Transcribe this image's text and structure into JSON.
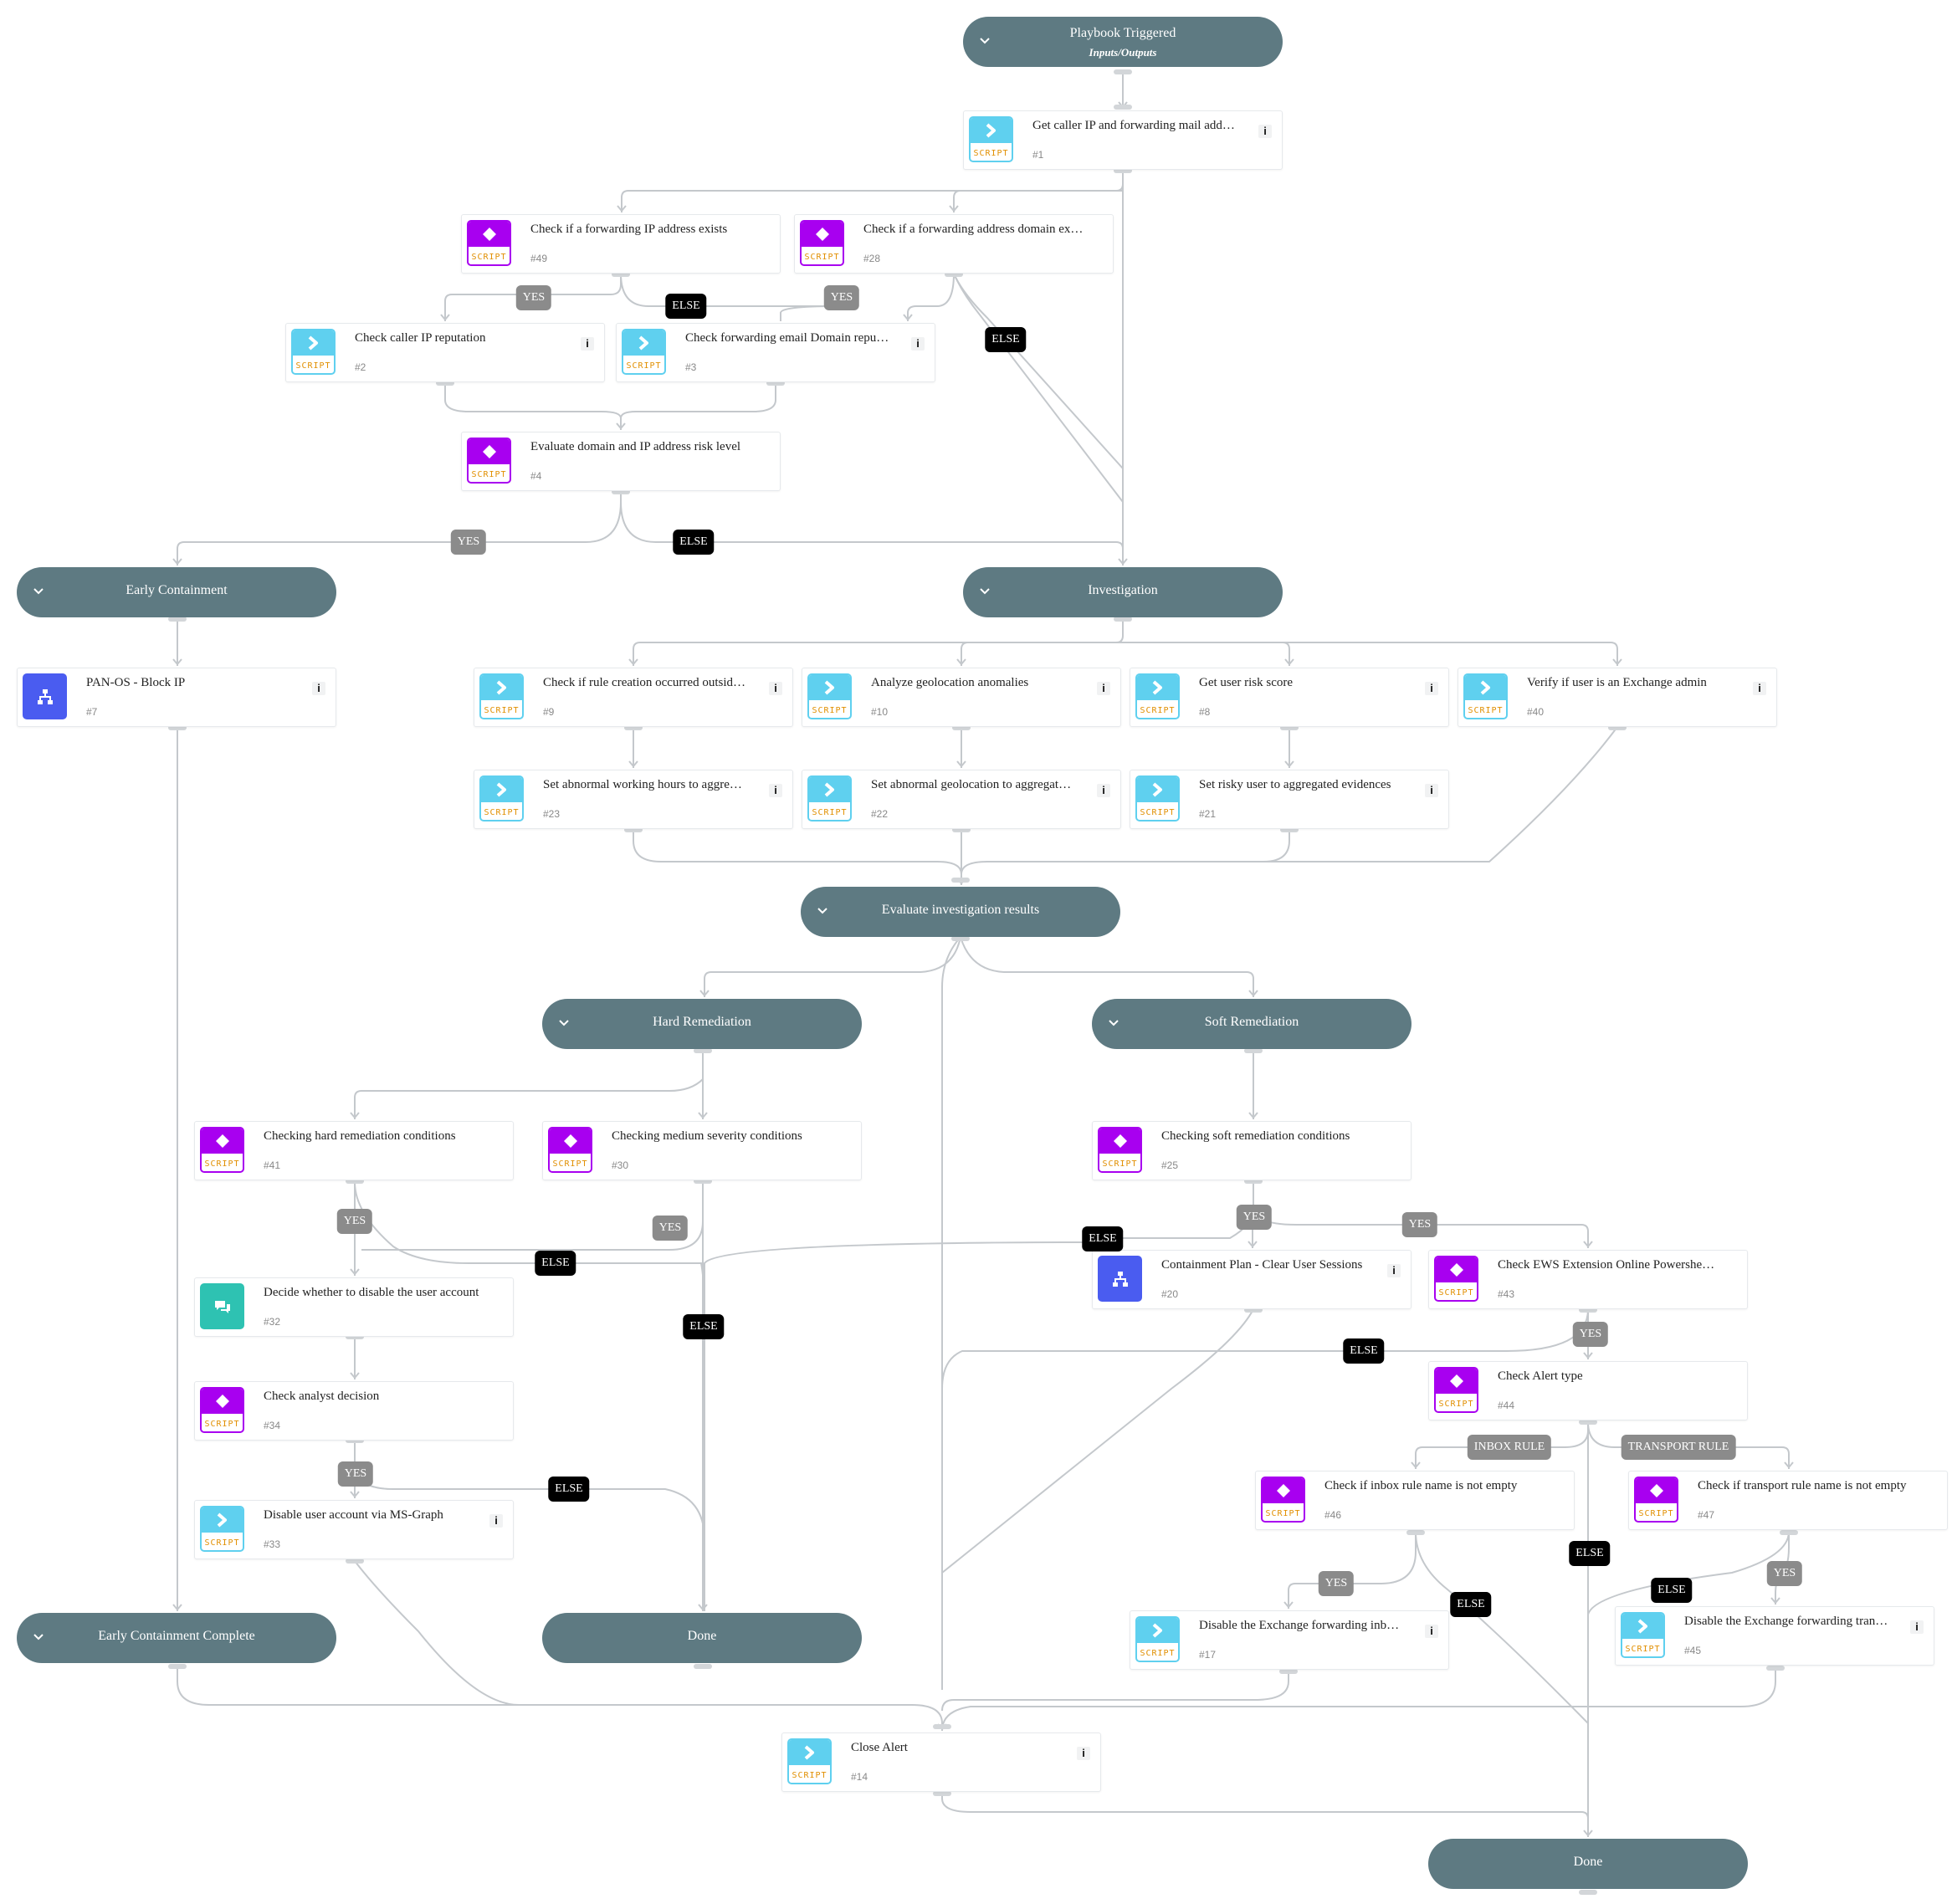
{
  "colors": {
    "section_pill": "#5e7a82",
    "script_icon": "#5fd0ef",
    "condition_icon": "#a800f0",
    "subplaybook_icon": "#4a5cf0",
    "communication_icon": "#2ec2b2",
    "script_label": "#e18f00",
    "edge": "#c4c8cc",
    "yes_badge": "#8b8b8b",
    "else_badge": "#000000"
  },
  "icon_label": "SCRIPT",
  "sections": [
    {
      "id": "trigger",
      "title": "Playbook Triggered",
      "subtitle": "Inputs/Outputs",
      "chevron": true
    },
    {
      "id": "early_containment",
      "title": "Early Containment",
      "chevron": true
    },
    {
      "id": "investigation",
      "title": "Investigation",
      "chevron": true
    },
    {
      "id": "eval_results",
      "title": "Evaluate investigation results",
      "chevron": true
    },
    {
      "id": "hard_remediation",
      "title": "Hard Remediation",
      "chevron": true
    },
    {
      "id": "soft_remediation",
      "title": "Soft Remediation",
      "chevron": true
    },
    {
      "id": "early_containment_complete",
      "title": "Early Containment Complete",
      "chevron": true
    },
    {
      "id": "done_mid",
      "title": "Done",
      "chevron": false
    },
    {
      "id": "done_final",
      "title": "Done",
      "chevron": false
    }
  ],
  "tasks": [
    {
      "id": "t1",
      "name": "Get caller IP and forwarding mail add…",
      "num": "#1",
      "kind": "script",
      "info": true
    },
    {
      "id": "t49",
      "name": "Check if a forwarding IP address exists",
      "num": "#49",
      "kind": "condition",
      "info": false
    },
    {
      "id": "t28",
      "name": "Check if a forwarding address domain ex…",
      "num": "#28",
      "kind": "condition",
      "info": false
    },
    {
      "id": "t2",
      "name": "Check caller IP reputation",
      "num": "#2",
      "kind": "script",
      "info": true
    },
    {
      "id": "t3",
      "name": "Check forwarding email Domain repu…",
      "num": "#3",
      "kind": "script",
      "info": true
    },
    {
      "id": "t4",
      "name": "Evaluate domain and IP address risk level",
      "num": "#4",
      "kind": "condition",
      "info": false
    },
    {
      "id": "t7",
      "name": "PAN-OS - Block IP",
      "num": "#7",
      "kind": "subplaybook",
      "info": true
    },
    {
      "id": "t9",
      "name": "Check if rule creation occurred outsid…",
      "num": "#9",
      "kind": "script",
      "info": true
    },
    {
      "id": "t10",
      "name": "Analyze geolocation anomalies",
      "num": "#10",
      "kind": "script",
      "info": true
    },
    {
      "id": "t8",
      "name": "Get user risk score",
      "num": "#8",
      "kind": "script",
      "info": true
    },
    {
      "id": "t40",
      "name": "Verify if user is an Exchange admin",
      "num": "#40",
      "kind": "script",
      "info": true
    },
    {
      "id": "t23",
      "name": "Set abnormal working hours to aggre…",
      "num": "#23",
      "kind": "script",
      "info": true
    },
    {
      "id": "t22",
      "name": "Set abnormal geolocation to aggregat…",
      "num": "#22",
      "kind": "script",
      "info": true
    },
    {
      "id": "t21",
      "name": "Set risky user to aggregated evidences",
      "num": "#21",
      "kind": "script",
      "info": true
    },
    {
      "id": "t41",
      "name": "Checking hard remediation conditions",
      "num": "#41",
      "kind": "condition",
      "info": false
    },
    {
      "id": "t30",
      "name": "Checking medium severity conditions",
      "num": "#30",
      "kind": "condition",
      "info": false
    },
    {
      "id": "t25",
      "name": "Checking soft remediation conditions",
      "num": "#25",
      "kind": "condition",
      "info": false
    },
    {
      "id": "t32",
      "name": "Decide whether to disable the user account",
      "num": "#32",
      "kind": "communication",
      "info": false
    },
    {
      "id": "t20",
      "name": "Containment Plan - Clear User Sessions",
      "num": "#20",
      "kind": "subplaybook",
      "info": true
    },
    {
      "id": "t43",
      "name": "Check EWS Extension Online Powershe…",
      "num": "#43",
      "kind": "condition",
      "info": false
    },
    {
      "id": "t34",
      "name": "Check analyst decision",
      "num": "#34",
      "kind": "condition",
      "info": false
    },
    {
      "id": "t44",
      "name": "Check Alert type",
      "num": "#44",
      "kind": "condition",
      "info": false
    },
    {
      "id": "t33",
      "name": "Disable user account via MS-Graph",
      "num": "#33",
      "kind": "script",
      "info": true
    },
    {
      "id": "t46",
      "name": "Check if inbox rule name is not empty",
      "num": "#46",
      "kind": "condition",
      "info": false
    },
    {
      "id": "t47",
      "name": "Check if transport rule name is not empty",
      "num": "#47",
      "kind": "condition",
      "info": false
    },
    {
      "id": "t17",
      "name": "Disable the Exchange forwarding inb…",
      "num": "#17",
      "kind": "script",
      "info": true
    },
    {
      "id": "t45",
      "name": "Disable the Exchange forwarding tran…",
      "num": "#45",
      "kind": "script",
      "info": true
    },
    {
      "id": "t14",
      "name": "Close Alert",
      "num": "#14",
      "kind": "script",
      "info": true
    }
  ],
  "branch_labels": [
    {
      "id": "b1",
      "text": "YES",
      "type": "yes"
    },
    {
      "id": "b2",
      "text": "ELSE",
      "type": "else"
    },
    {
      "id": "b3",
      "text": "YES",
      "type": "yes"
    },
    {
      "id": "b4",
      "text": "ELSE",
      "type": "else"
    },
    {
      "id": "b5",
      "text": "YES",
      "type": "yes"
    },
    {
      "id": "b6",
      "text": "ELSE",
      "type": "else"
    },
    {
      "id": "b7",
      "text": "YES",
      "type": "yes"
    },
    {
      "id": "b8",
      "text": "YES",
      "type": "yes"
    },
    {
      "id": "b9",
      "text": "ELSE",
      "type": "else"
    },
    {
      "id": "b10",
      "text": "YES",
      "type": "yes"
    },
    {
      "id": "b11",
      "text": "YES",
      "type": "yes"
    },
    {
      "id": "b12",
      "text": "ELSE",
      "type": "else"
    },
    {
      "id": "b13",
      "text": "ELSE",
      "type": "else"
    },
    {
      "id": "b14",
      "text": "YES",
      "type": "yes"
    },
    {
      "id": "b15",
      "text": "ELSE",
      "type": "else"
    },
    {
      "id": "b16",
      "text": "YES",
      "type": "yes"
    },
    {
      "id": "b17",
      "text": "ELSE",
      "type": "else"
    },
    {
      "id": "b18",
      "text": "INBOX RULE",
      "type": "yes"
    },
    {
      "id": "b19",
      "text": "TRANSPORT RULE",
      "type": "yes"
    },
    {
      "id": "b20",
      "text": "ELSE",
      "type": "else"
    },
    {
      "id": "b21",
      "text": "YES",
      "type": "yes"
    },
    {
      "id": "b22",
      "text": "ELSE",
      "type": "else"
    },
    {
      "id": "b23",
      "text": "ELSE",
      "type": "else"
    },
    {
      "id": "b24",
      "text": "YES",
      "type": "yes"
    }
  ]
}
